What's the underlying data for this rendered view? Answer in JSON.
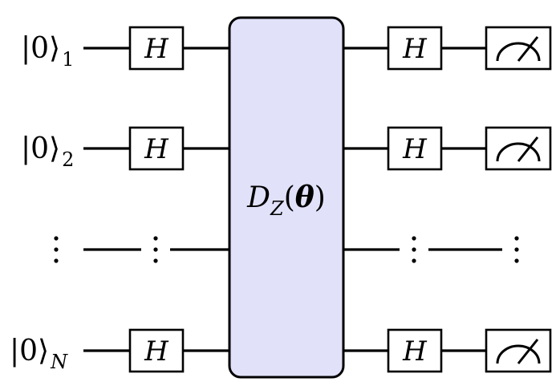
{
  "colors": {
    "block_fill": "#e1e1fa",
    "line": "#000000",
    "gate_fill": "#ffffff"
  },
  "qubits": [
    {
      "ket": "|0⟩",
      "subscript": "1",
      "pre_gate": "H",
      "post_gate": "H",
      "measured": true
    },
    {
      "ket": "|0⟩",
      "subscript": "2",
      "pre_gate": "H",
      "post_gate": "H",
      "measured": true
    },
    {
      "ket": "|0⟩",
      "subscript": "N",
      "pre_gate": "H",
      "post_gate": "H",
      "measured": true
    }
  ],
  "ellipsis": "⋮",
  "block": {
    "letter": "D",
    "subscript": "Z",
    "argument": "θ",
    "open": "(",
    "close": ")"
  },
  "icons": {
    "measurement": "meter-icon",
    "ellipsis": "vertical-ellipsis-icon"
  }
}
